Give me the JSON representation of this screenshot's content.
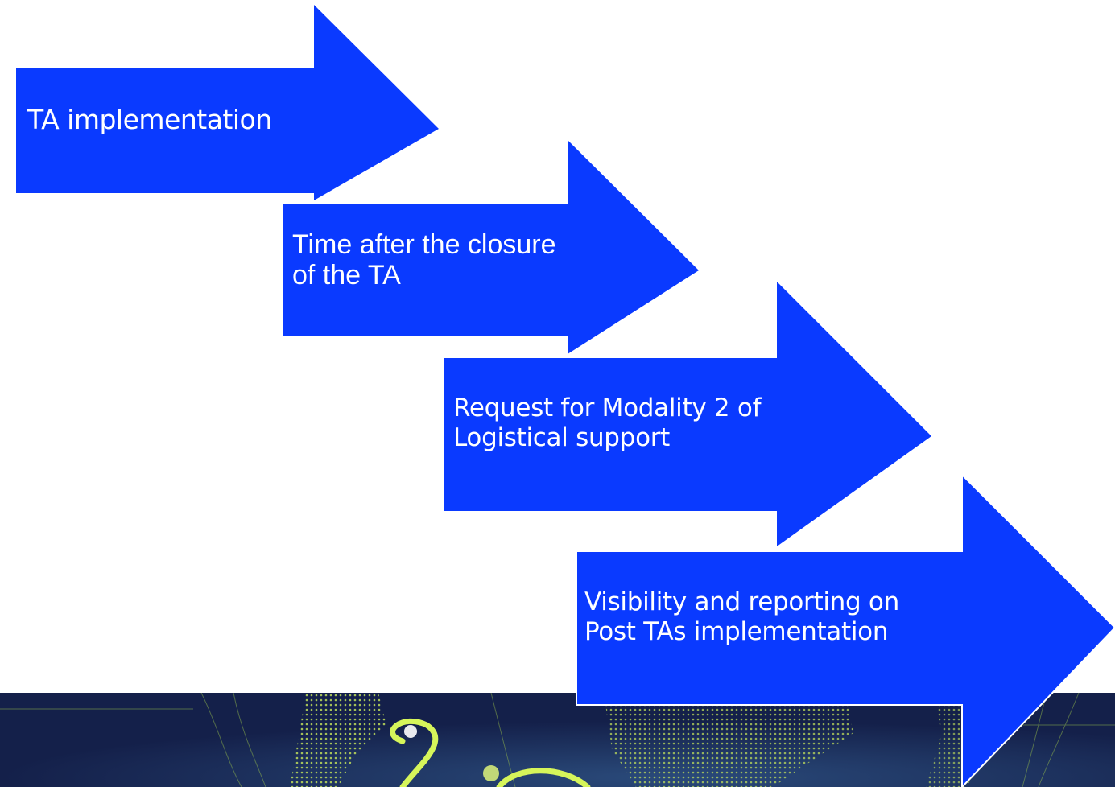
{
  "colors": {
    "arrow_fill": "#0a3aff",
    "arrow_text": "#ffffff",
    "banner_background": "#14204a",
    "banner_accent": "#b8e63a"
  },
  "steps": [
    {
      "lines": [
        "TA implementation"
      ]
    },
    {
      "lines": [
        "Time after the closure",
        "of the TA"
      ]
    },
    {
      "lines": [
        "Request for Modality 2 of",
        "Logistical support"
      ]
    },
    {
      "lines": [
        "Visibility and reporting on",
        "Post TAs implementation"
      ]
    }
  ]
}
